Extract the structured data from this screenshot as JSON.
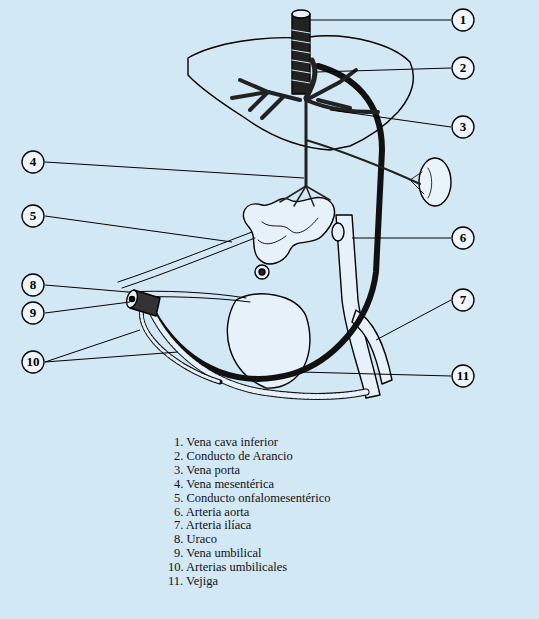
{
  "diagram": {
    "nodes": [
      {
        "text": [
          "1"
        ]
      },
      {
        "text": [
          "2"
        ]
      },
      {
        "text": [
          "3"
        ]
      },
      {
        "text": [
          "4"
        ]
      },
      {
        "text": [
          "5"
        ]
      },
      {
        "text": [
          "6"
        ]
      },
      {
        "text": [
          "7"
        ]
      },
      {
        "text": [
          "8"
        ]
      },
      {
        "text": [
          "9"
        ]
      },
      {
        "text": [
          "10"
        ]
      },
      {
        "text": [
          "11"
        ]
      }
    ],
    "edges": [],
    "labels": [
      "1. Vena cava inferior",
      "2. Conducto de Arancio",
      "3. Vena porta",
      "4. Vena mesentérica",
      "5. Conducto onfalomesentérico",
      "6. Arteria aorta",
      "7. Arteria ilíaca",
      "8. Uraco",
      "9. Vena umbilical",
      "10. Arterias umbilicales",
      "11. Vejiga"
    ]
  }
}
